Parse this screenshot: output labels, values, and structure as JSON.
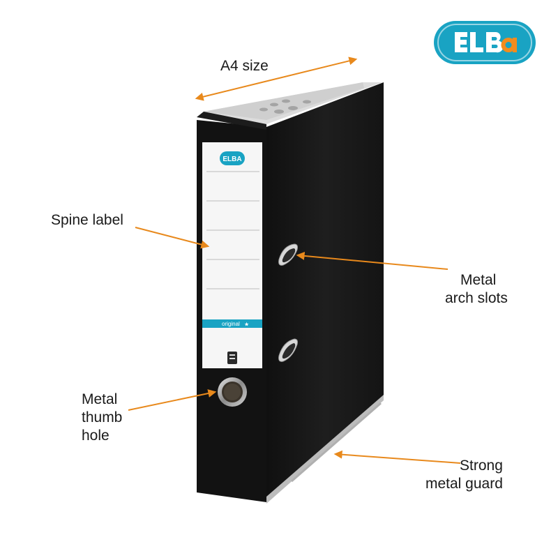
{
  "brand": {
    "logo_text": "ELBA",
    "logo_color": "#19a3c3"
  },
  "product": {
    "label_badge": "ELBA",
    "label_strip_text": "original",
    "spine_color": "#141414",
    "accent_color": "#e8891c"
  },
  "callouts": {
    "a4_size": "A4 size",
    "spine_label": "Spine label",
    "arch_slots": [
      "Metal",
      "arch slots"
    ],
    "thumb_hole": [
      "Metal",
      "thumb",
      "hole"
    ],
    "metal_guard": [
      "Strong",
      "metal guard"
    ]
  }
}
